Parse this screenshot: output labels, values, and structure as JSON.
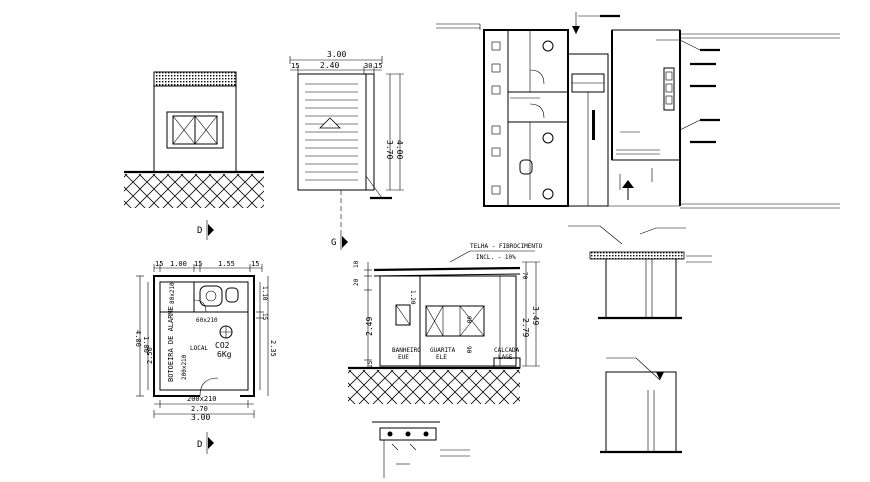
{
  "drawing": {
    "section_markers": {
      "d_top": "D",
      "d_bottom": "D",
      "g": "G"
    },
    "roof_plan": {
      "dim_total": "3.00",
      "dim_inner": "2.40",
      "dim_left": "15",
      "dim_right": "30",
      "dim_right_small": "15",
      "dim_height_inner": "3.70",
      "dim_height_total": "4.00"
    },
    "floor_plan": {
      "dims_top": [
        "15",
        "1.00",
        "15",
        "1.55",
        "15"
      ],
      "dim_total_width": "3.00",
      "dim_inner_width": "2.70",
      "dims_left": [
        "4.00",
        "1.00",
        "2.50"
      ],
      "dims_right": [
        "1.10",
        "15",
        "2.35"
      ],
      "door_top": "80x210",
      "door_bottom": "200x210",
      "label_fire": "CO2",
      "label_fire_kg": "6Kg",
      "label_local": "LOCAL",
      "label_alarm": "BOTOEIRA DE ALARME",
      "label_wc_door": "60x210",
      "label_left_room": "200x210"
    },
    "elevation": {
      "roof_note": "TELHA - FIBROCIMENTO",
      "roof_slope": "INCL. - 10%",
      "dims_left": [
        "10",
        "20",
        "2.49",
        "15"
      ],
      "dims_right": [
        "70",
        "2.79",
        "3.49"
      ],
      "window_dims": [
        "1.20",
        "90",
        "90"
      ],
      "label_bathroom": "BANHEIRO",
      "label_guarita": "GUARITA",
      "label_sidewalk": "CALCADA",
      "sub_bathroom": "EUE",
      "sub_guarita": "ELE",
      "sub_sidewalk": "LAGE"
    }
  }
}
